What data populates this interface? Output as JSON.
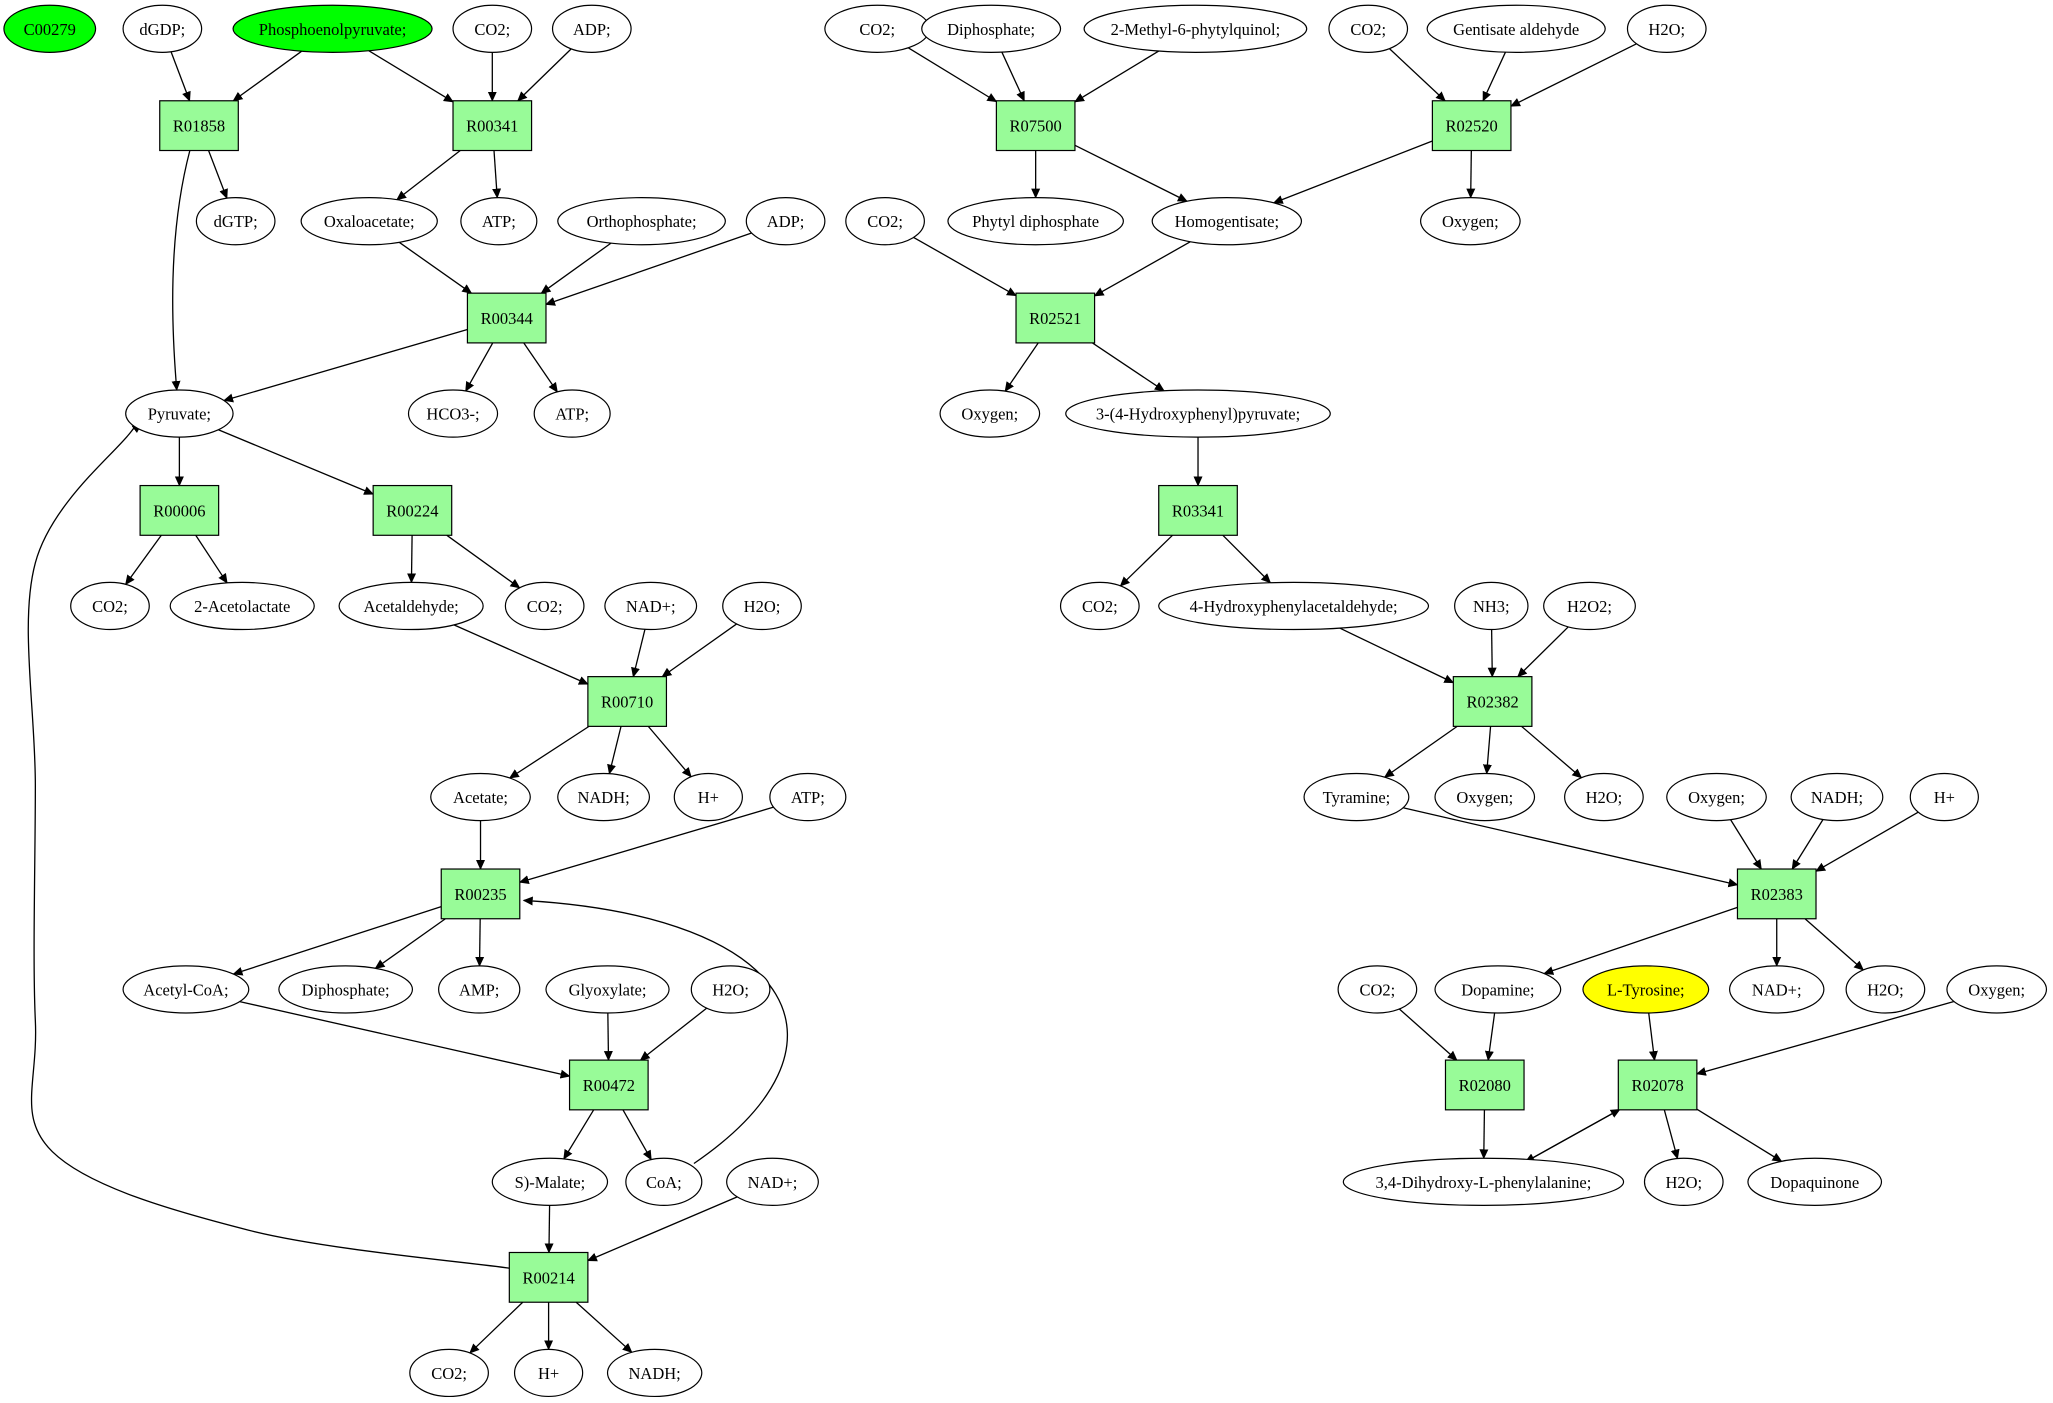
{
  "colors": {
    "reaction_fill": "#98fb98",
    "highlight_green": "#00ff00",
    "highlight_yellow": "#ffff00",
    "compound_fill": "#ffffff",
    "stroke": "#000000"
  },
  "reactions": [
    {
      "id": "r01858",
      "label": "R01858"
    },
    {
      "id": "r00341",
      "label": "R00341"
    },
    {
      "id": "r00344",
      "label": "R00344"
    },
    {
      "id": "r00006",
      "label": "R00006"
    },
    {
      "id": "r00224",
      "label": "R00224"
    },
    {
      "id": "r00710",
      "label": "R00710"
    },
    {
      "id": "r00235",
      "label": "R00235"
    },
    {
      "id": "r00472",
      "label": "R00472"
    },
    {
      "id": "r00214",
      "label": "R00214"
    },
    {
      "id": "r07500",
      "label": "R07500"
    },
    {
      "id": "r02520",
      "label": "R02520"
    },
    {
      "id": "r02521",
      "label": "R02521"
    },
    {
      "id": "r03341",
      "label": "R03341"
    },
    {
      "id": "r02382",
      "label": "R02382"
    },
    {
      "id": "r02383",
      "label": "R02383"
    },
    {
      "id": "r02080",
      "label": "R02080"
    },
    {
      "id": "r02078",
      "label": "R02078"
    }
  ],
  "compounds": [
    {
      "id": "c00279",
      "label": "C00279",
      "highlight": "green"
    },
    {
      "id": "dgdp",
      "label": "dGDP;"
    },
    {
      "id": "pep",
      "label": "Phosphoenolpyruvate;",
      "highlight": "green"
    },
    {
      "id": "co2_a",
      "label": "CO2;"
    },
    {
      "id": "adp_a",
      "label": "ADP;"
    },
    {
      "id": "dgtp",
      "label": "dGTP;"
    },
    {
      "id": "oxaloacetate",
      "label": "Oxaloacetate;"
    },
    {
      "id": "atp_a",
      "label": "ATP;"
    },
    {
      "id": "orthophosphate",
      "label": "Orthophosphate;"
    },
    {
      "id": "adp_b",
      "label": "ADP;"
    },
    {
      "id": "pyruvate",
      "label": "Pyruvate;"
    },
    {
      "id": "hco3",
      "label": "HCO3-;"
    },
    {
      "id": "atp_b",
      "label": "ATP;"
    },
    {
      "id": "co2_b",
      "label": "CO2;"
    },
    {
      "id": "acetolactate",
      "label": "2-Acetolactate"
    },
    {
      "id": "acetaldehyde",
      "label": "Acetaldehyde;"
    },
    {
      "id": "co2_c",
      "label": "CO2;"
    },
    {
      "id": "nad_a",
      "label": "NAD+;"
    },
    {
      "id": "h2o_a",
      "label": "H2O;"
    },
    {
      "id": "acetate",
      "label": "Acetate;"
    },
    {
      "id": "nadh_a",
      "label": "NADH;"
    },
    {
      "id": "hplus_a",
      "label": "H+"
    },
    {
      "id": "atp_c",
      "label": "ATP;"
    },
    {
      "id": "acetylcoa",
      "label": "Acetyl-CoA;"
    },
    {
      "id": "diphosphate_a",
      "label": "Diphosphate;"
    },
    {
      "id": "amp",
      "label": "AMP;"
    },
    {
      "id": "glyoxylate",
      "label": "Glyoxylate;"
    },
    {
      "id": "h2o_b",
      "label": "H2O;"
    },
    {
      "id": "malate",
      "label": "S)-Malate;"
    },
    {
      "id": "coa",
      "label": "CoA;"
    },
    {
      "id": "nad_b",
      "label": "NAD+;"
    },
    {
      "id": "co2_d",
      "label": "CO2;"
    },
    {
      "id": "hplus_b",
      "label": "H+"
    },
    {
      "id": "nadh_b",
      "label": "NADH;"
    },
    {
      "id": "co2_e",
      "label": "CO2;"
    },
    {
      "id": "diphosphate_b",
      "label": "Diphosphate;"
    },
    {
      "id": "methylphytylquinol",
      "label": "2-Methyl-6-phytylquinol;"
    },
    {
      "id": "co2_f",
      "label": "CO2;"
    },
    {
      "id": "gentisate",
      "label": "Gentisate aldehyde"
    },
    {
      "id": "h2o_c",
      "label": "H2O;"
    },
    {
      "id": "phytyl",
      "label": "Phytyl diphosphate"
    },
    {
      "id": "homogentisate",
      "label": "Homogentisate;"
    },
    {
      "id": "oxygen_a",
      "label": "Oxygen;"
    },
    {
      "id": "co2_g",
      "label": "CO2;"
    },
    {
      "id": "oxygen_b",
      "label": "Oxygen;"
    },
    {
      "id": "hpp",
      "label": "3-(4-Hydroxyphenyl)pyruvate;"
    },
    {
      "id": "co2_h",
      "label": "CO2;"
    },
    {
      "id": "hpa",
      "label": "4-Hydroxyphenylacetaldehyde;"
    },
    {
      "id": "nh3",
      "label": "NH3;"
    },
    {
      "id": "h2o2",
      "label": "H2O2;"
    },
    {
      "id": "tyramine",
      "label": "Tyramine;"
    },
    {
      "id": "oxygen_c",
      "label": "Oxygen;"
    },
    {
      "id": "h2o_d",
      "label": "H2O;"
    },
    {
      "id": "oxygen_d",
      "label": "Oxygen;"
    },
    {
      "id": "nadh_c",
      "label": "NADH;"
    },
    {
      "id": "hplus_c",
      "label": "H+"
    },
    {
      "id": "co2_i",
      "label": "CO2;"
    },
    {
      "id": "dopamine",
      "label": "Dopamine;"
    },
    {
      "id": "ltyrosine",
      "label": "L-Tyrosine;",
      "highlight": "yellow"
    },
    {
      "id": "nad_c",
      "label": "NAD+;"
    },
    {
      "id": "h2o_e",
      "label": "H2O;"
    },
    {
      "id": "oxygen_e",
      "label": "Oxygen;"
    },
    {
      "id": "ldopa",
      "label": "3,4-Dihydroxy-L-phenylalanine;"
    },
    {
      "id": "h2o_f",
      "label": "H2O;"
    },
    {
      "id": "dopaquinone",
      "label": "Dopaquinone"
    }
  ],
  "edges": [
    [
      "dgdp",
      "r01858"
    ],
    [
      "pep",
      "r01858"
    ],
    [
      "pep",
      "r00341"
    ],
    [
      "co2_a",
      "r00341"
    ],
    [
      "adp_a",
      "r00341"
    ],
    [
      "r01858",
      "dgtp"
    ],
    [
      "r01858",
      "pyruvate"
    ],
    [
      "r00341",
      "oxaloacetate"
    ],
    [
      "r00341",
      "atp_a"
    ],
    [
      "oxaloacetate",
      "r00344"
    ],
    [
      "orthophosphate",
      "r00344"
    ],
    [
      "adp_b",
      "r00344"
    ],
    [
      "r00344",
      "pyruvate"
    ],
    [
      "r00344",
      "hco3"
    ],
    [
      "r00344",
      "atp_b"
    ],
    [
      "pyruvate",
      "r00006"
    ],
    [
      "pyruvate",
      "r00224"
    ],
    [
      "r00006",
      "co2_b"
    ],
    [
      "r00006",
      "acetolactate"
    ],
    [
      "r00224",
      "acetaldehyde"
    ],
    [
      "r00224",
      "co2_c"
    ],
    [
      "acetaldehyde",
      "r00710"
    ],
    [
      "nad_a",
      "r00710"
    ],
    [
      "h2o_a",
      "r00710"
    ],
    [
      "r00710",
      "acetate"
    ],
    [
      "r00710",
      "nadh_a"
    ],
    [
      "r00710",
      "hplus_a"
    ],
    [
      "acetate",
      "r00235"
    ],
    [
      "atp_c",
      "r00235"
    ],
    [
      "coa",
      "r00235"
    ],
    [
      "r00235",
      "acetylcoa"
    ],
    [
      "r00235",
      "diphosphate_a"
    ],
    [
      "r00235",
      "amp"
    ],
    [
      "acetylcoa",
      "r00472"
    ],
    [
      "glyoxylate",
      "r00472"
    ],
    [
      "h2o_b",
      "r00472"
    ],
    [
      "r00472",
      "malate"
    ],
    [
      "r00472",
      "coa"
    ],
    [
      "malate",
      "r00214"
    ],
    [
      "nad_b",
      "r00214"
    ],
    [
      "r00214",
      "pyruvate"
    ],
    [
      "r00214",
      "co2_d"
    ],
    [
      "r00214",
      "hplus_b"
    ],
    [
      "r00214",
      "nadh_b"
    ],
    [
      "co2_e",
      "r07500"
    ],
    [
      "diphosphate_b",
      "r07500"
    ],
    [
      "methylphytylquinol",
      "r07500"
    ],
    [
      "r07500",
      "phytyl"
    ],
    [
      "r07500",
      "homogentisate"
    ],
    [
      "co2_f",
      "r02520"
    ],
    [
      "gentisate",
      "r02520"
    ],
    [
      "h2o_c",
      "r02520"
    ],
    [
      "r02520",
      "homogentisate"
    ],
    [
      "r02520",
      "oxygen_a"
    ],
    [
      "co2_g",
      "r02521"
    ],
    [
      "homogentisate",
      "r02521"
    ],
    [
      "r02521",
      "oxygen_b"
    ],
    [
      "r02521",
      "hpp"
    ],
    [
      "hpp",
      "r03341"
    ],
    [
      "r03341",
      "co2_h"
    ],
    [
      "r03341",
      "hpa"
    ],
    [
      "hpa",
      "r02382"
    ],
    [
      "nh3",
      "r02382"
    ],
    [
      "h2o2",
      "r02382"
    ],
    [
      "r02382",
      "tyramine"
    ],
    [
      "r02382",
      "oxygen_c"
    ],
    [
      "r02382",
      "h2o_d"
    ],
    [
      "tyramine",
      "r02383"
    ],
    [
      "oxygen_d",
      "r02383"
    ],
    [
      "nadh_c",
      "r02383"
    ],
    [
      "hplus_c",
      "r02383"
    ],
    [
      "r02383",
      "dopamine"
    ],
    [
      "r02383",
      "nad_c"
    ],
    [
      "r02383",
      "h2o_e"
    ],
    [
      "co2_i",
      "r02080"
    ],
    [
      "dopamine",
      "r02080"
    ],
    [
      "r02080",
      "ldopa"
    ],
    [
      "ltyrosine",
      "r02078"
    ],
    [
      "oxygen_e",
      "r02078"
    ],
    [
      "r02078",
      "ldopa"
    ],
    [
      "ldopa",
      "r02078"
    ],
    [
      "r02078",
      "h2o_f"
    ],
    [
      "r02078",
      "dopaquinone"
    ]
  ]
}
